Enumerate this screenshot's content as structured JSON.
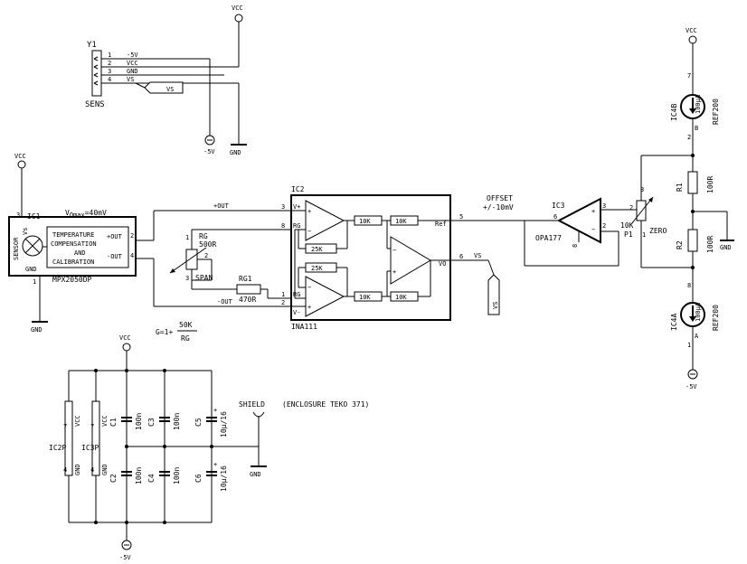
{
  "labels": {
    "vcc": "VCC",
    "gnd": "GND",
    "neg5": "-5V",
    "vs": "VS"
  },
  "connector": {
    "ref": "Y1",
    "name": "SENS",
    "pins": [
      {
        "num": "1",
        "net": "-5V"
      },
      {
        "num": "2",
        "net": "VCC"
      },
      {
        "num": "3",
        "net": "GND"
      },
      {
        "num": "4",
        "net": "VS"
      }
    ]
  },
  "sensor": {
    "ref": "IC1",
    "part": "MPX2050DP",
    "tag": "SENSOR",
    "vs_pin": "Vs",
    "gnd_pin": "GND",
    "out_plus": "+OUT",
    "out_minus": "-OUT",
    "comp_lines": [
      "TEMPERATURE",
      "COMPENSATION",
      "AND",
      "CALIBRATION"
    ],
    "vomax_v": "V",
    "vomax_sub": "Omax",
    "vomax_val": "=40mV",
    "pins": {
      "vs": "3",
      "gnd": "1",
      "out_plus": "2",
      "out_minus": "4"
    }
  },
  "net_labels": {
    "plus_out": "+OUT",
    "minus_out": "-OUT",
    "offset": "OFFSET",
    "offset_val": "+/-10mV",
    "vs": "VS",
    "zero": "ZERO",
    "span": "SPAN",
    "shield": "SHIELD",
    "enclosure": "(ENCLOSURE TEKO 371)"
  },
  "gain_pot": {
    "ref": "RG",
    "value": "500R",
    "pins": [
      "1",
      "2",
      "3"
    ]
  },
  "rg1": {
    "ref": "RG1",
    "value": "470R"
  },
  "inamp": {
    "ref": "IC2",
    "part": "INA111",
    "pin_labels": [
      "V+",
      "RG",
      "RG",
      "V-",
      "Ref",
      "VO"
    ],
    "pins": [
      "3",
      "8",
      "1",
      "2",
      "5",
      "6"
    ],
    "resistors": [
      "10K",
      "10K",
      "25K",
      "25K",
      "10K",
      "10K"
    ]
  },
  "gain_formula": {
    "lhs": "G=1+",
    "num": "50K",
    "den": "RG"
  },
  "offset_amp": {
    "ref": "IC3",
    "part": "OPA177",
    "pins": [
      "6",
      "3",
      "2",
      "8"
    ]
  },
  "zero_pot": {
    "ref": "P1",
    "value": "10K",
    "pins": [
      "1",
      "2",
      "3"
    ]
  },
  "divider": [
    {
      "ref": "R1",
      "value": "100R"
    },
    {
      "ref": "R2",
      "value": "100R"
    }
  ],
  "refs": [
    {
      "ref": "IC4B",
      "part": "REF200",
      "inner": "100µA",
      "letter": "B",
      "pin_top": "7",
      "pin_bot": "2"
    },
    {
      "ref": "IC4A",
      "part": "REF200",
      "inner": "100µA",
      "letter": "A",
      "pin_top": "8",
      "pin_bot": "1"
    }
  ],
  "supply": {
    "ic2p": "IC2P",
    "ic3p": "IC3P",
    "vcc_pin": "VCC",
    "gnd_pin": "GND",
    "pin7": "7",
    "pin4": "4",
    "caps": [
      {
        "ref": "C1",
        "value": "100n"
      },
      {
        "ref": "C3",
        "value": "100n"
      },
      {
        "ref": "C5",
        "value": "10µ/16"
      },
      {
        "ref": "C2",
        "value": "100n"
      },
      {
        "ref": "C4",
        "value": "100n"
      },
      {
        "ref": "C6",
        "value": "10µ/16"
      }
    ]
  },
  "colors": {
    "ink": "#000000",
    "paper": "#ffffff"
  }
}
